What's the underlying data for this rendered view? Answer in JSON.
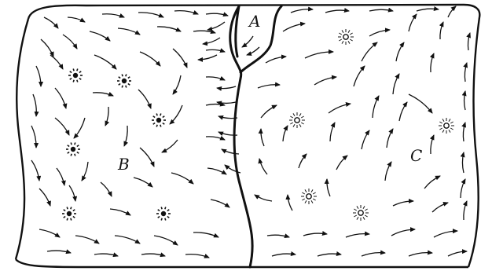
{
  "diagram": {
    "regions": [
      {
        "id": "A",
        "label": "A"
      },
      {
        "id": "B",
        "label": "B"
      },
      {
        "id": "C",
        "label": "C"
      }
    ],
    "sinks_count": 6,
    "sources_count": 5,
    "colors": {
      "ink": "#111111",
      "paper": "#ffffff"
    }
  }
}
